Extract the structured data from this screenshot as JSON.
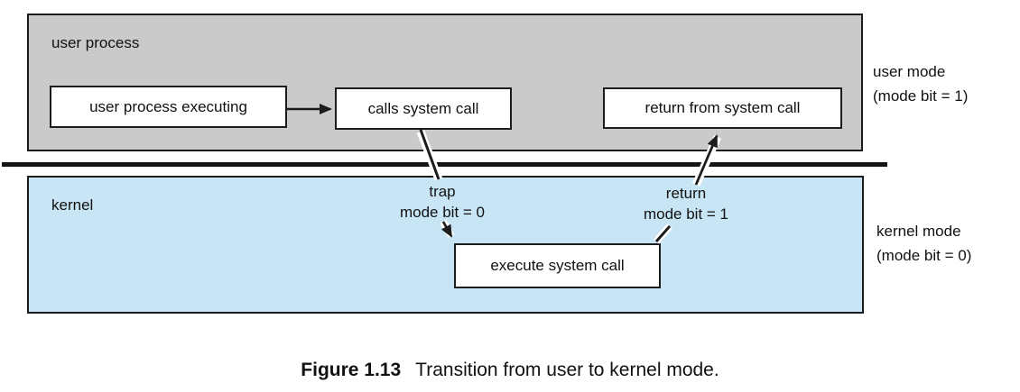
{
  "colors": {
    "user_region_fill": "#cacaca",
    "kernel_region_fill": "#c8e5f5",
    "line": "#1c1c1c",
    "text": "#111111"
  },
  "user_region": {
    "label": "user process"
  },
  "kernel_region": {
    "label": "kernel"
  },
  "nodes": {
    "user_process_executing": {
      "label": "user process executing"
    },
    "calls_system_call": {
      "label": "calls system call"
    },
    "return_from_system_call": {
      "label": "return from system call"
    },
    "execute_system_call": {
      "label": "execute system call"
    }
  },
  "transition_labels": {
    "trap": {
      "line1": "trap",
      "line2": "mode bit = 0"
    },
    "return": {
      "line1": "return",
      "line2": "mode bit = 1"
    }
  },
  "mode_labels": {
    "user": {
      "line1": "user mode",
      "line2": "(mode bit = 1)"
    },
    "kernel": {
      "line1": "kernel mode",
      "line2": "(mode bit = 0)"
    }
  },
  "caption": {
    "label": "Figure 1.13",
    "text": "Transition from user to kernel mode."
  }
}
